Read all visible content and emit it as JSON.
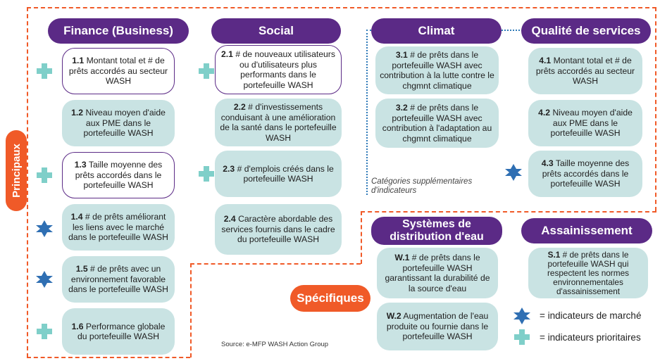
{
  "headers": {
    "finance": "Finance (Business)",
    "social": "Social",
    "climat": "Climat",
    "qualite": "Qualité de services",
    "eau": "Systèmes de distribution d'eau",
    "assainissement": "Assainissement"
  },
  "side_labels": {
    "principaux": "Principaux",
    "specifiques": "Spécifiques"
  },
  "finance_cards": [
    {
      "num": "1.1",
      "text": " Montant total et # de prêts accordés au secteur WASH"
    },
    {
      "num": "1.2",
      "text": " Niveau moyen d'aide aux PME dans le portefeuille WASH"
    },
    {
      "num": "1.3",
      "text": " Taille moyenne des prêts accordés dans le portefeuille WASH"
    },
    {
      "num": "1.4",
      "text": " # de prêts améliorant les liens avec le marché dans le portefeuille WASH"
    },
    {
      "num": "1.5",
      "text": " # de prêts avec un environnement favorable dans le portefeuille WASH"
    },
    {
      "num": "1.6",
      "text": " Performance globale du portefeuille WASH"
    }
  ],
  "social_cards": [
    {
      "num": "2.1",
      "text": " # de nouveaux utilisateurs ou d'utilisateurs plus performants dans le portefeuille WASH"
    },
    {
      "num": "2.2",
      "text": " # d'investissements conduisant à une amélioration de la santé dans le portefeuille WASH"
    },
    {
      "num": "2.3",
      "text": " # d'emplois créés dans le portefeuille WASH"
    },
    {
      "num": "2.4",
      "text": " Caractère abordable des services fournis dans le cadre du portefeuille WASH"
    }
  ],
  "climat_cards": [
    {
      "num": "3.1",
      "text": " # de prêts dans le portefeuille WASH avec contribution à la lutte contre le chgmnt climatique"
    },
    {
      "num": "3.2",
      "text": " # de prêts dans le portefeuille WASH avec contribution à l'adaptation au chgmnt climatique"
    }
  ],
  "qualite_cards": [
    {
      "num": "4.1",
      "text": " Montant total et # de prêts accordés au secteur WASH"
    },
    {
      "num": "4.2",
      "text": " Niveau moyen d'aide aux PME dans le portefeuille WASH"
    },
    {
      "num": "4.3",
      "text": " Taille moyenne des prêts accordés dans le portefeuille WASH"
    }
  ],
  "eau_cards": [
    {
      "num": "W.1",
      "text": " # de prêts dans le portefeuille WASH garantissant la durabilité de la source d'eau"
    },
    {
      "num": "W.2",
      "text": " Augmentation de l'eau produite ou fournie dans le portefeuille WASH"
    }
  ],
  "assainissement_cards": [
    {
      "num": "S.1",
      "text": " # de prêts dans le portefeuille WASH qui respectent les normes environnementales d'assainissement"
    }
  ],
  "note_supplementaires": "Catégories supplémentaires d'indicateurs",
  "legend": {
    "marche": "= indicateurs de marché",
    "prioritaires": "= indicateurs prioritaires"
  },
  "source": "Source: e-MFP WASH Action Group",
  "colors": {
    "purple": "#5b2a86",
    "orange": "#f05a28",
    "teal_card": "#c9e3e3",
    "plus": "#7fcfc9",
    "star": "#2f6fb3"
  }
}
